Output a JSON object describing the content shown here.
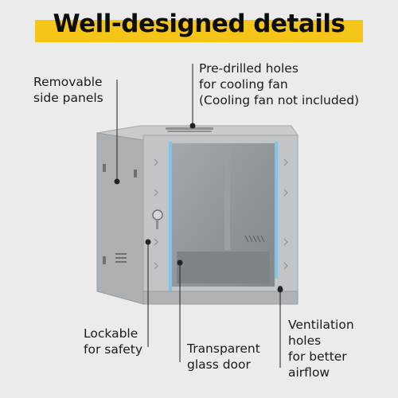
{
  "header": {
    "title": "Well-designed details",
    "accent_color": "#f5c518"
  },
  "callouts": {
    "side_panels": "Removable\nside panels",
    "fan_holes": "Pre-drilled holes\nfor cooling fan\n(Cooling fan not included)",
    "lock": "Lockable\nfor safety",
    "glass_door": "Transparent\nglass door",
    "ventilation": "Ventilation\nholes\nfor better\nairflow"
  },
  "product": {
    "name_icon": "wall-mount-network-cabinet-illustration",
    "body_color": "#b9bcbf",
    "trim_color": "#7fc4ea"
  }
}
